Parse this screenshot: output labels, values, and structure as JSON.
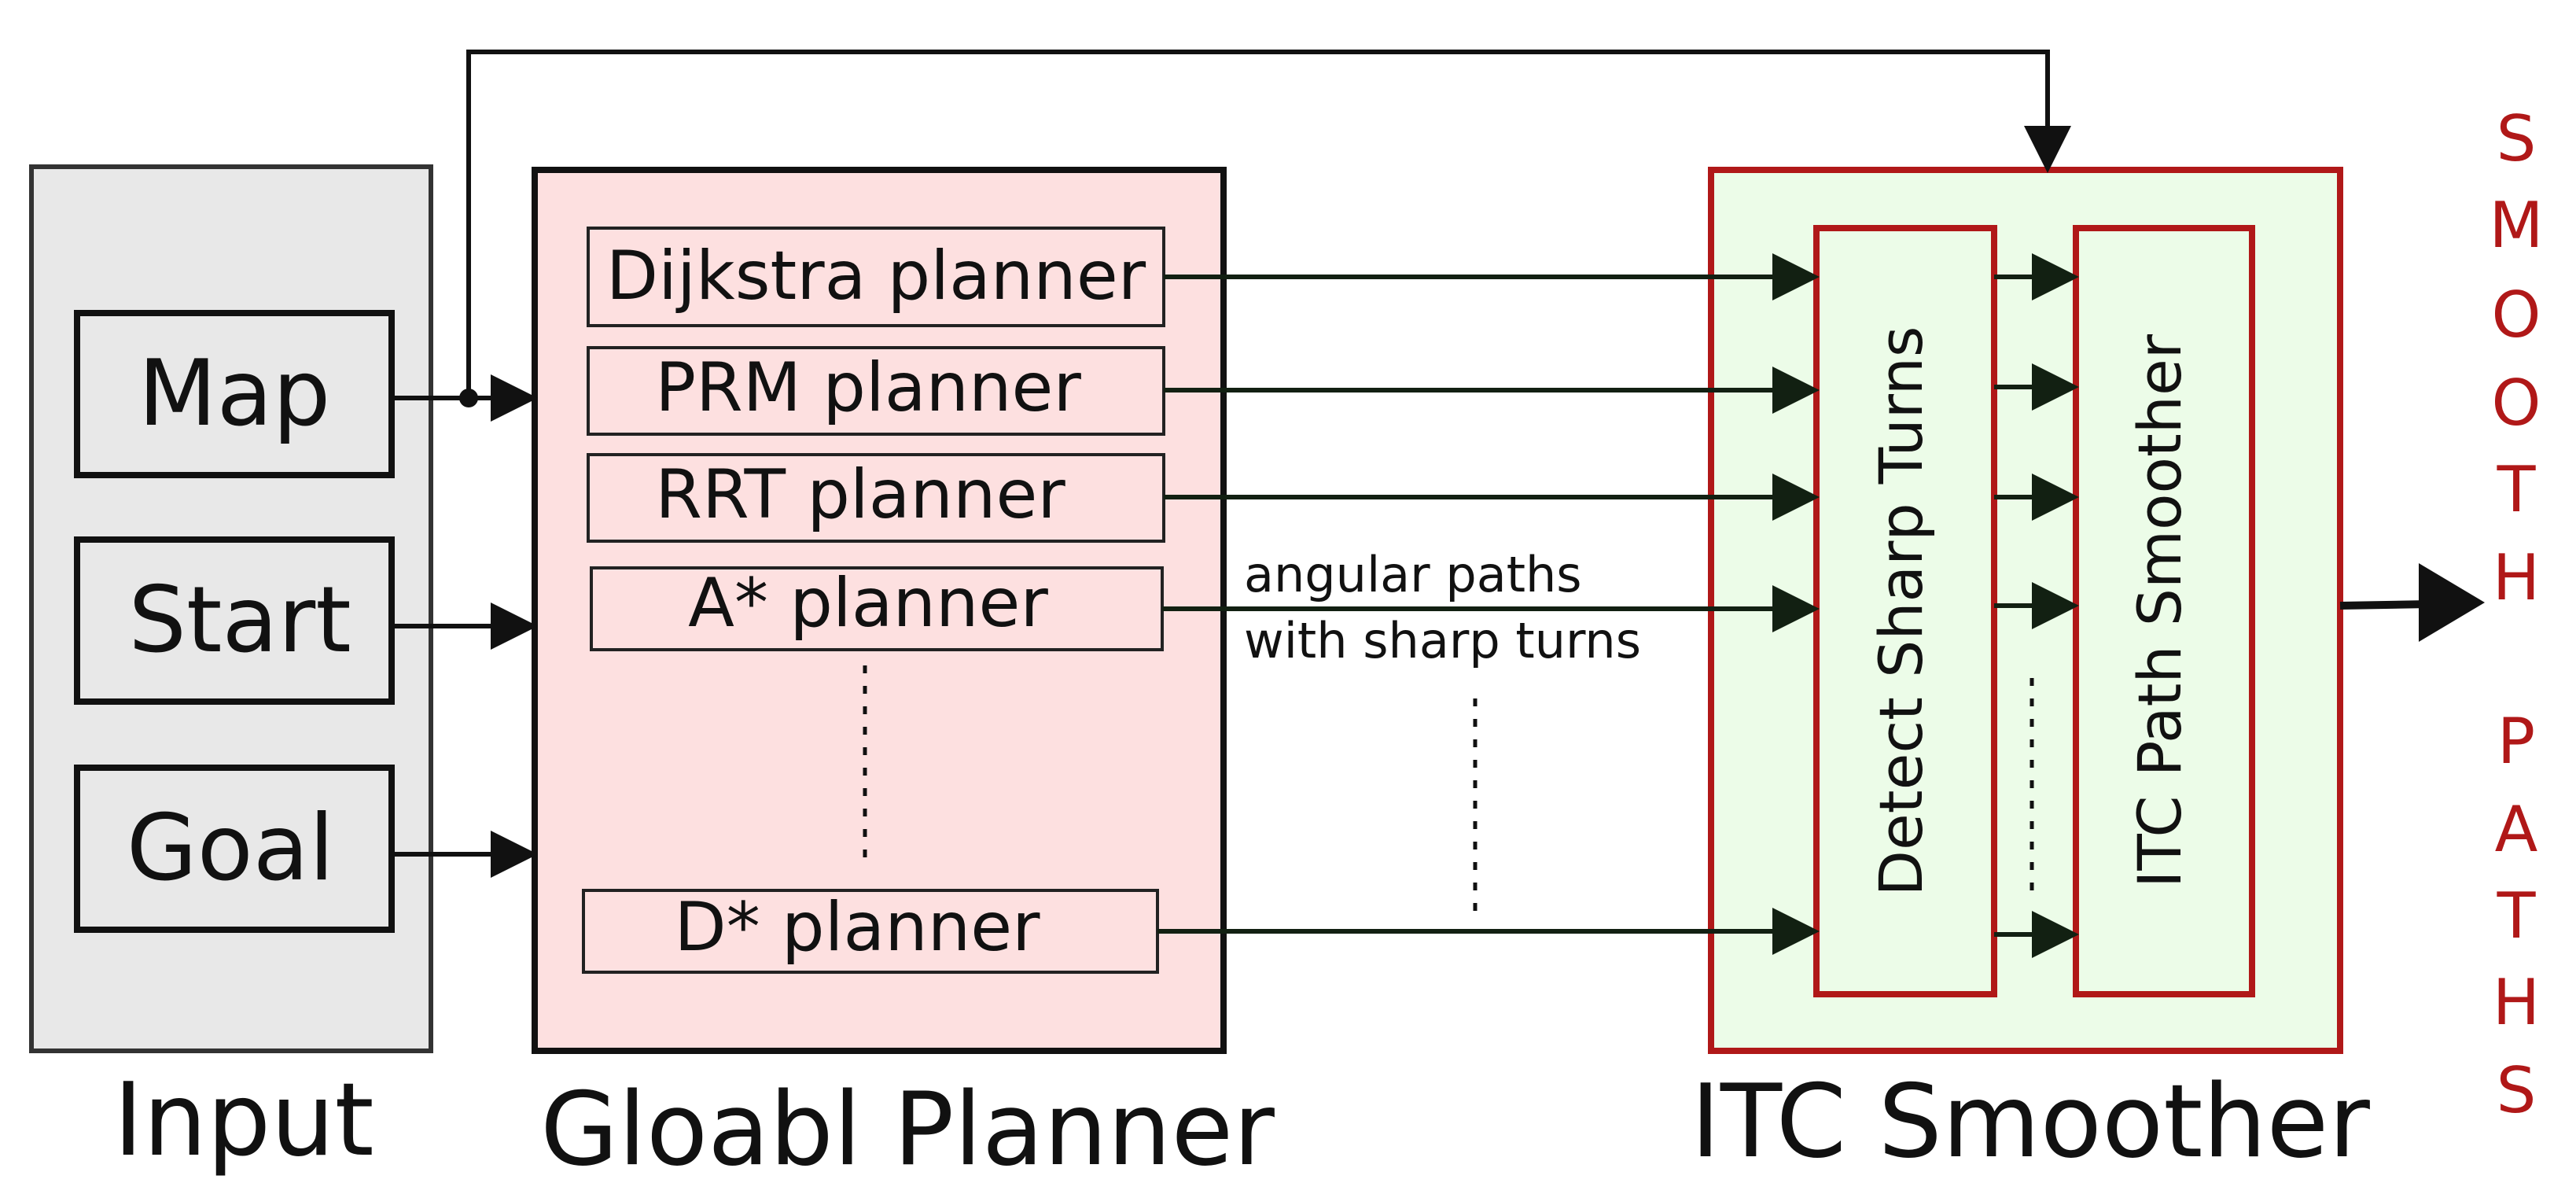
{
  "input": {
    "label": "Input",
    "items": [
      "Map",
      "Start",
      "Goal"
    ]
  },
  "planner": {
    "label": "Gloabl Planner",
    "items": [
      "Dijkstra planner",
      "PRM planner",
      "RRT planner",
      "A* planner",
      "D* planner"
    ]
  },
  "annotation": {
    "line1": "angular paths",
    "line2": "with sharp turns"
  },
  "smoother": {
    "label": "ITC Smoother",
    "detect_label": "Detect Sharp Turns",
    "path_label": "ITC Path Smoother"
  },
  "output": {
    "word1": [
      "S",
      "M",
      "O",
      "O",
      "T",
      "H"
    ],
    "word2": [
      "P",
      "A",
      "T",
      "H",
      "S"
    ]
  },
  "colors": {
    "input_fill": "#e8e8e8",
    "planner_fill": "#fde0e0",
    "smoother_fill": "#ecfce8",
    "smoother_border": "#b01818",
    "output_text": "#b01818",
    "arrow_dark": "#122012",
    "stroke": "#111111"
  }
}
